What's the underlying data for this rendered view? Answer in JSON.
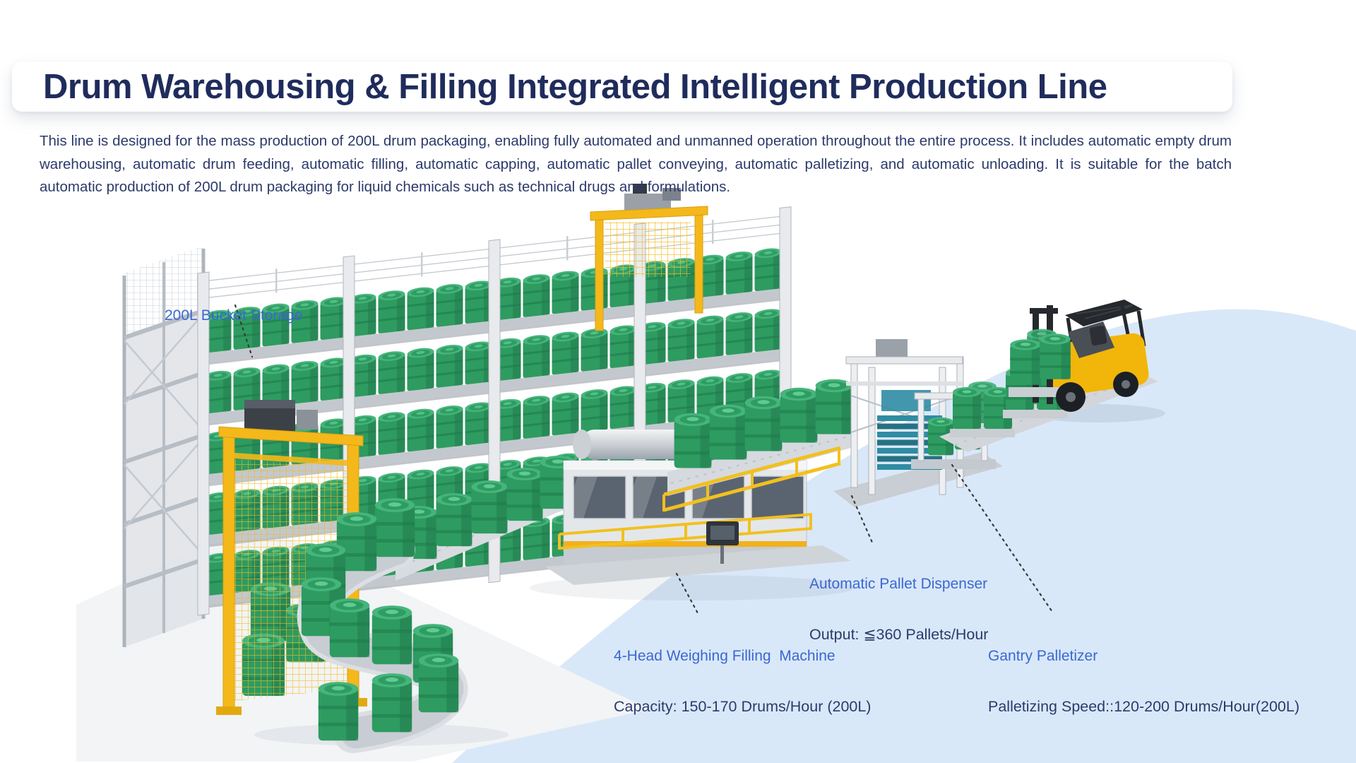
{
  "header": {
    "title": "Drum Warehousing & Filling Integrated Intelligent Production Line"
  },
  "intro": {
    "text": "This line is designed for the mass production of 200L drum packaging, enabling fully automated and unmanned operation throughout the entire process. It includes automatic empty drum warehousing, automatic drum feeding, automatic filling, automatic capping, automatic pallet conveying, automatic palletizing, and automatic unloading. It is suitable for the batch automatic production of 200L drum packaging for liquid chemicals such as technical drugs and formulations."
  },
  "callouts": {
    "bucket_storage": {
      "title": "200L Bucket Storage"
    },
    "filling_machine": {
      "title": "4-Head Weighing Filling  Machine",
      "spec": "Capacity: 150-170 Drums/Hour (200L)"
    },
    "pallet_dispenser": {
      "title": "Automatic Pallet Dispenser",
      "spec": "Output: ≦360 Pallets/Hour"
    },
    "gantry_palletizer": {
      "title": "Gantry Palletizer",
      "spec": "Palletizing Speed::120-200 Drums/Hour(200L)"
    }
  },
  "illustration": {
    "description": "Isometric 3D rendering of an automated 200L drum production line: multi-tier green drum storage rack with stacker crane, yellow drum infeed gantry, S-curve drum conveyor, 4-head weighing filling machine, pallet dispenser, gantry palletizer and a yellow forklift removing palletized drums"
  },
  "colors": {
    "title_text": "#1F2C5C",
    "body_text": "#2C3A6B",
    "callout_title_blue": "#3A68D2",
    "callout_spec_navy": "#2C3A6B",
    "drum_green": "#2E9B61",
    "machine_yellow": "#F2B11B",
    "steel_gray": "#C9CED4",
    "background_wave": "#D9E8F8"
  }
}
